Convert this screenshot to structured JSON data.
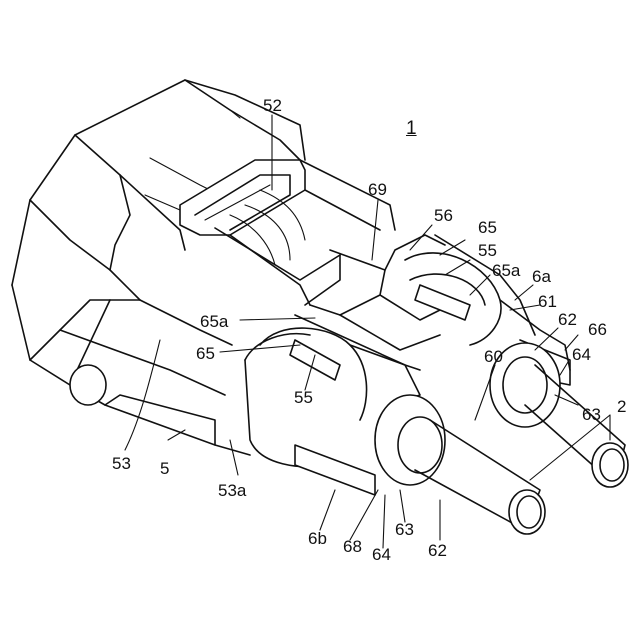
{
  "figure": {
    "number": "1"
  },
  "labels": {
    "l52": "52",
    "l69": "69",
    "l56": "56",
    "l65_top": "65",
    "l55_top": "55",
    "l65a_top": "65a",
    "l6a": "6a",
    "l61": "61",
    "l62_right": "62",
    "l66": "66",
    "l64_right": "64",
    "l60": "60",
    "l63_right": "63",
    "l2": "2",
    "l65a_left": "65a",
    "l65_left": "65",
    "l55_left": "55",
    "l53": "53",
    "l5": "5",
    "l53a": "53a",
    "l6b": "6b",
    "l68": "68",
    "l64_bottom": "64",
    "l63_bottom": "63",
    "l62_bottom": "62"
  },
  "colors": {
    "line": "#111111",
    "background": "#ffffff"
  }
}
